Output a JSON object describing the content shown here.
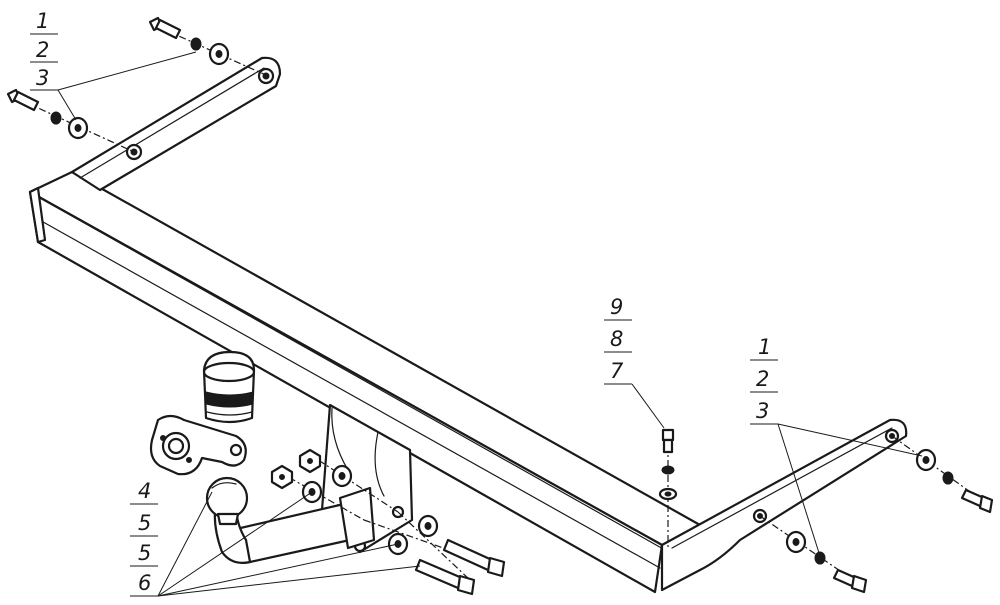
{
  "callouts": {
    "top_left": [
      "1",
      "2",
      "3"
    ],
    "right": [
      "1",
      "2",
      "3"
    ],
    "center": [
      "9",
      "8",
      "7"
    ],
    "bottom_left": [
      "4",
      "5",
      "5",
      "6"
    ]
  },
  "colors": {
    "line": "#1a1a1a",
    "background": "#ffffff"
  }
}
